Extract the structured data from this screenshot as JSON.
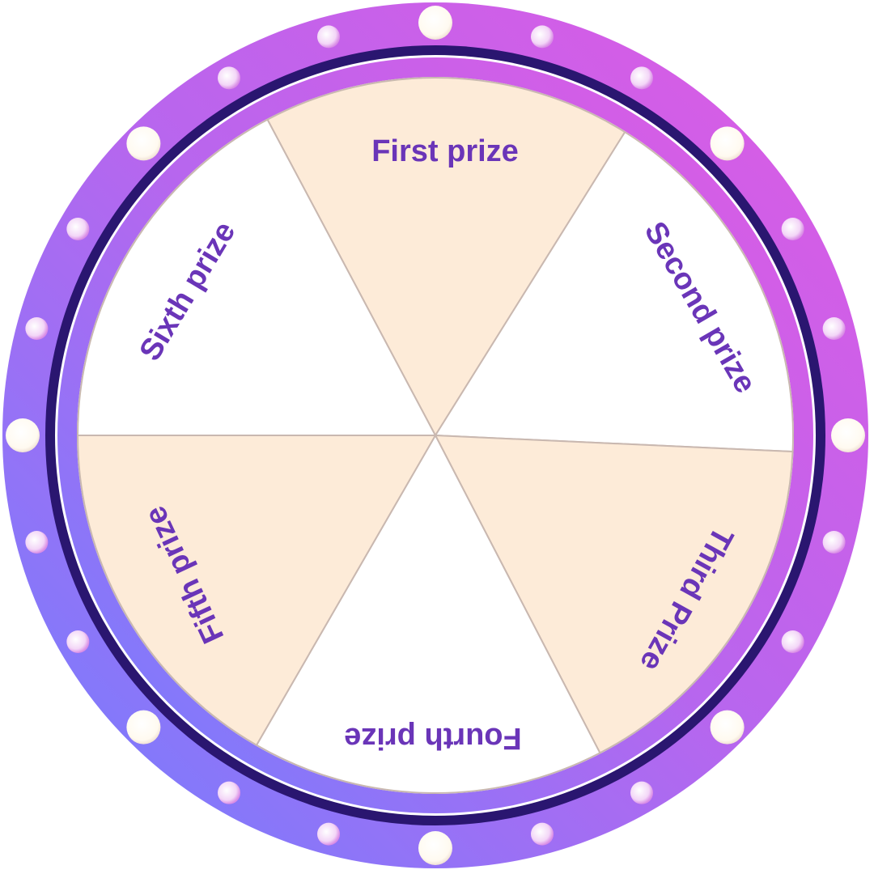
{
  "wheel": {
    "segments": [
      {
        "label": "First prize",
        "fill": "#fdebd8"
      },
      {
        "label": "Second prize",
        "fill": "#ffffff"
      },
      {
        "label": "Third Prize",
        "fill": "#fdebd8"
      },
      {
        "label": "Fourth prize",
        "fill": "#ffffff"
      },
      {
        "label": "Fifth prize",
        "fill": "#fdebd8"
      },
      {
        "label": "Sixth prize",
        "fill": "#ffffff"
      }
    ],
    "colors": {
      "ring_pink": "#d85ae6",
      "ring_blue": "#7a7cff",
      "dark_ring": "#2a1670",
      "text": "#6a35b8",
      "divider": "#c9b8b0"
    }
  }
}
